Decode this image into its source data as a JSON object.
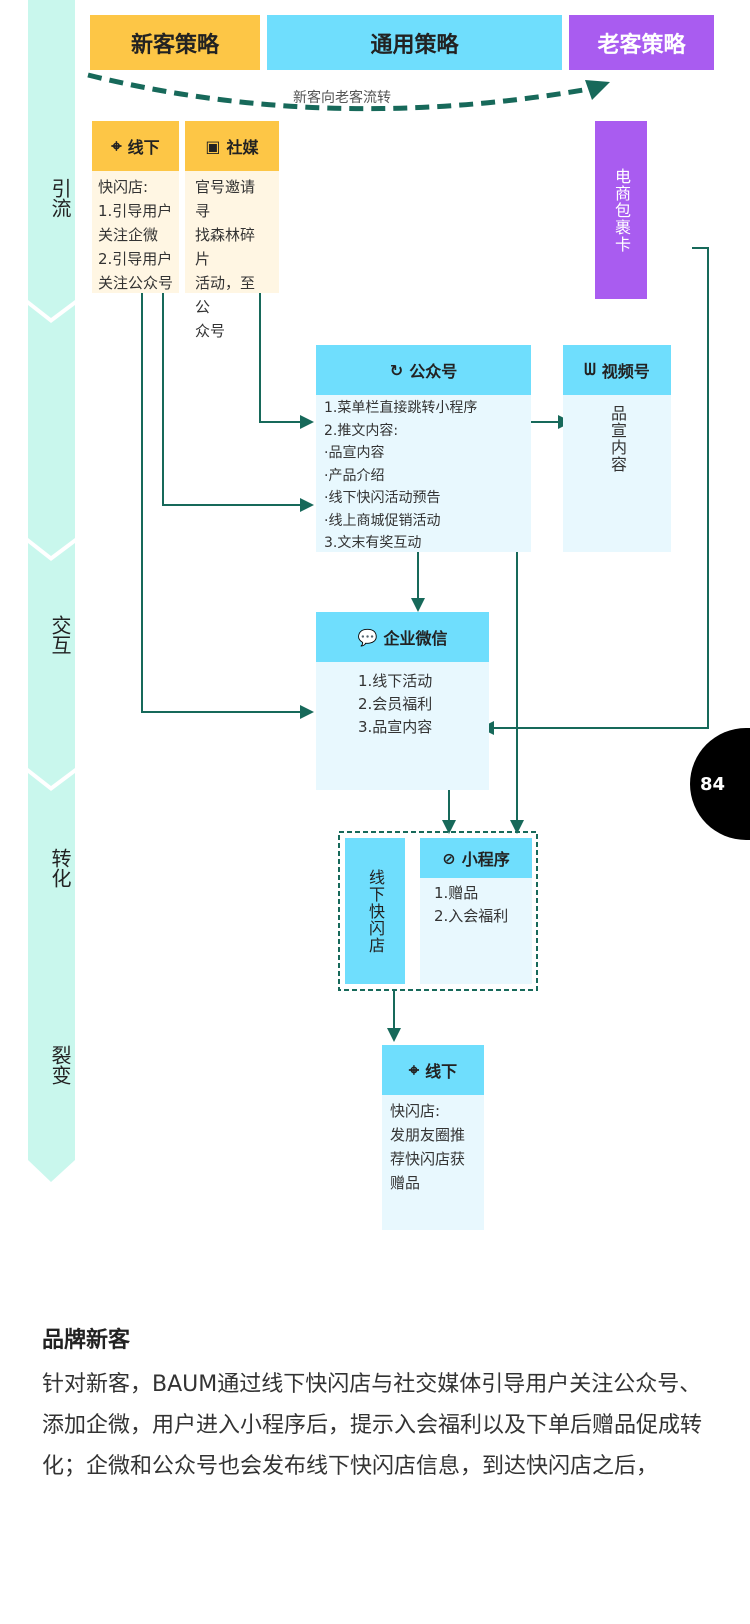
{
  "strategies": {
    "new": "新客策略",
    "common": "通用策略",
    "old": "老客策略",
    "flow_label": "新客向老客流转"
  },
  "stages": [
    "引流",
    "交互",
    "转化",
    "裂变"
  ],
  "offline1": {
    "title": "线下",
    "body": "快闪店:\n1.引导用户\n关注企微\n2.引导用户\n关注公众号"
  },
  "social": {
    "title": "社媒",
    "body": "官号邀请寻\n找森林碎片\n活动，至公\n众号"
  },
  "ecommerce": {
    "title": "电商包裹卡"
  },
  "official": {
    "title": "公众号",
    "body": "1.菜单栏直接跳转小程序\n2.推文内容:\n·品宣内容\n·产品介绍\n·线下快闪活动预告\n·线上商城促销活动\n3.文末有奖互动"
  },
  "channels": {
    "title": "视频号",
    "body": "品宣内容"
  },
  "wecom": {
    "title": "企业微信",
    "body": "1.线下活动\n2.会员福利\n3.品宣内容"
  },
  "popup": {
    "title": "线下快闪店"
  },
  "miniprogram": {
    "title": "小程序",
    "body": "1.赠品\n2.入会福利"
  },
  "offline2": {
    "title": "线下",
    "body": "快闪店:\n发朋友圈推\n荐快闪店获\n赠品"
  },
  "page_number": "84",
  "article": {
    "heading": "品牌新客",
    "text": "针对新客，BAUM通过线下快闪店与社交媒体引导用户关注公众号、添加企微，用户进入小程序后，提示入会福利以及下单后赠品促成转化；企微和公众号也会发布线下快闪店信息，到达快闪店之后，"
  },
  "colors": {
    "arrow": "#17695a",
    "yellow": "#fdc646",
    "cyan": "#6fdefd",
    "purple": "#a95cf0",
    "stage": "#c9f7ed"
  }
}
